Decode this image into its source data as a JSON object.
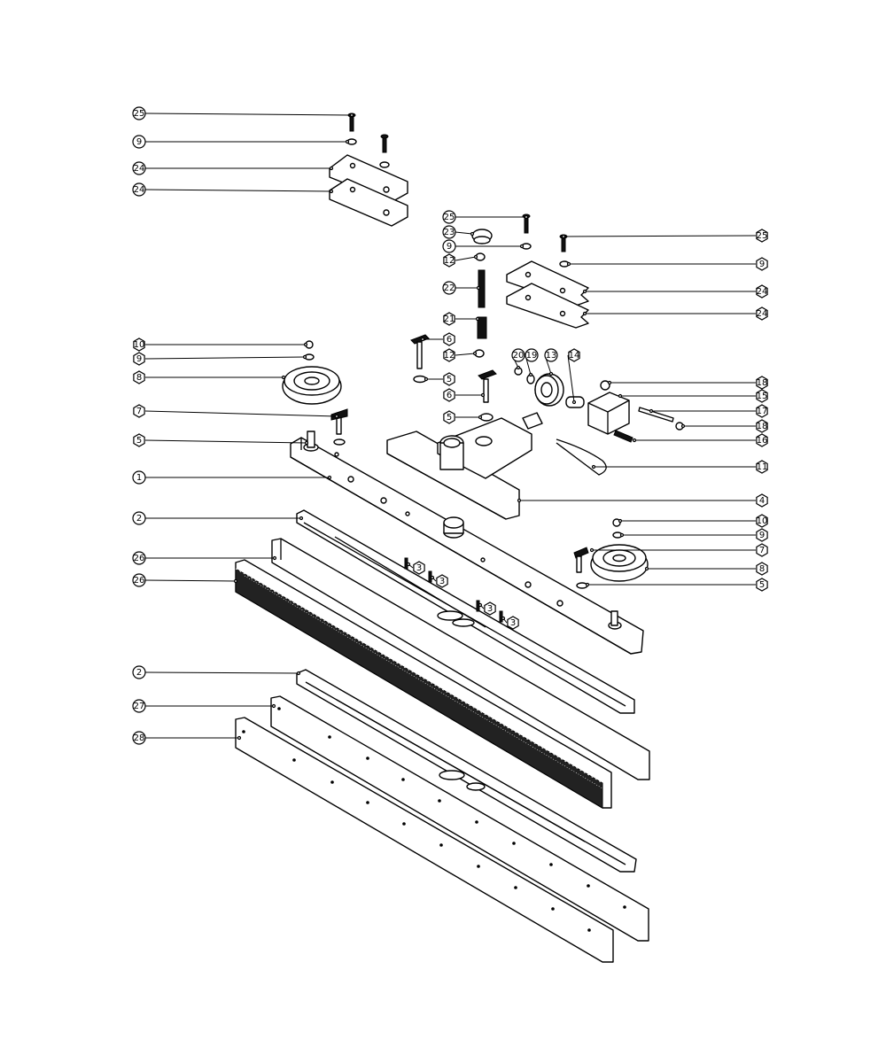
{
  "colors": {
    "line": "#000000",
    "background": "#ffffff"
  },
  "callouts": [
    "25",
    "9",
    "24",
    "24",
    "25",
    "23",
    "9",
    "12",
    "22",
    "21",
    "25",
    "9",
    "24",
    "24",
    "10",
    "9",
    "8",
    "7",
    "5",
    "1",
    "6",
    "12",
    "5",
    "6",
    "5",
    "20",
    "19",
    "13",
    "14",
    "18",
    "15",
    "17",
    "18",
    "16",
    "11",
    "4",
    "10",
    "9",
    "7",
    "8",
    "5",
    "2",
    "26",
    "26",
    "3",
    "3",
    "3",
    "3",
    "2",
    "27",
    "28"
  ]
}
